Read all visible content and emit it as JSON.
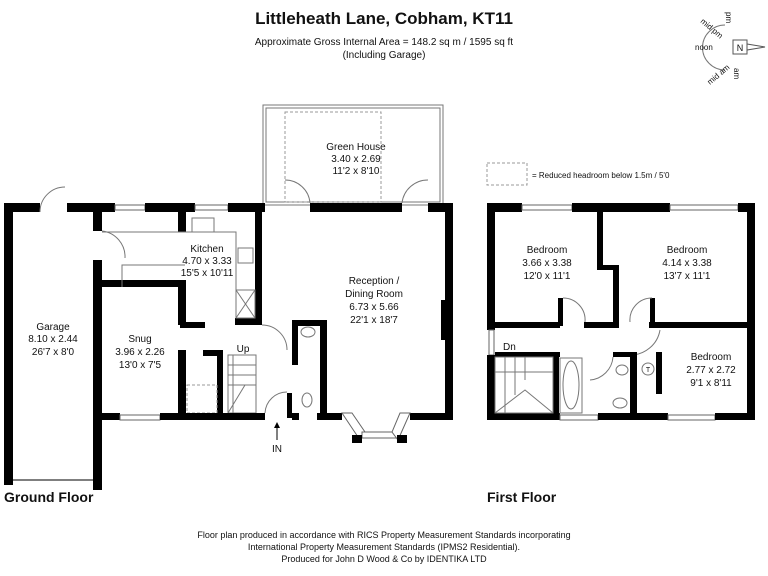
{
  "header": {
    "title": "Littleheath Lane, Cobham, KT11",
    "area": "Approximate Gross Internal Area = 148.2 sq m / 1595 sq ft",
    "area_note": "(Including Garage)"
  },
  "compass": {
    "labels": [
      "mid pm",
      "pm",
      "noon",
      "N",
      "mid am",
      "am"
    ]
  },
  "legend": {
    "text": "= Reduced headroom below 1.5m / 5'0"
  },
  "ground_floor": {
    "label": "Ground Floor",
    "rooms": [
      {
        "name": "Green House",
        "metric": "3.40 x 2.69",
        "imperial": "11'2 x 8'10"
      },
      {
        "name": "Kitchen",
        "metric": "4.70 x 3.33",
        "imperial": "15'5 x 10'11"
      },
      {
        "name": "Reception /",
        "name2": "Dining Room",
        "metric": "6.73 x 5.66",
        "imperial": "22'1 x 18'7"
      },
      {
        "name": "Garage",
        "metric": "8.10 x 2.44",
        "imperial": "26'7 x 8'0"
      },
      {
        "name": "Snug",
        "metric": "3.96 x 2.26",
        "imperial": "13'0 x 7'5"
      }
    ],
    "stairs_label": "Up",
    "entrance_label": "IN"
  },
  "first_floor": {
    "label": "First Floor",
    "rooms": [
      {
        "name": "Bedroom",
        "metric": "3.66 x 3.38",
        "imperial": "12'0 x 11'1"
      },
      {
        "name": "Bedroom",
        "metric": "4.14 x 3.38",
        "imperial": "13'7 x 11'1"
      },
      {
        "name": "Bedroom",
        "metric": "2.77 x 2.72",
        "imperial": "9'1 x 8'11"
      }
    ],
    "stairs_label": "Dn",
    "tank_label": "T"
  },
  "footer": {
    "line1": "Floor plan produced in accordance with RICS Property Measurement Standards incorporating",
    "line2": "International Property Measurement Standards (IPMS2 Residential).",
    "line3": "Produced for John D Wood & Co by IDENTIKA LTD"
  }
}
